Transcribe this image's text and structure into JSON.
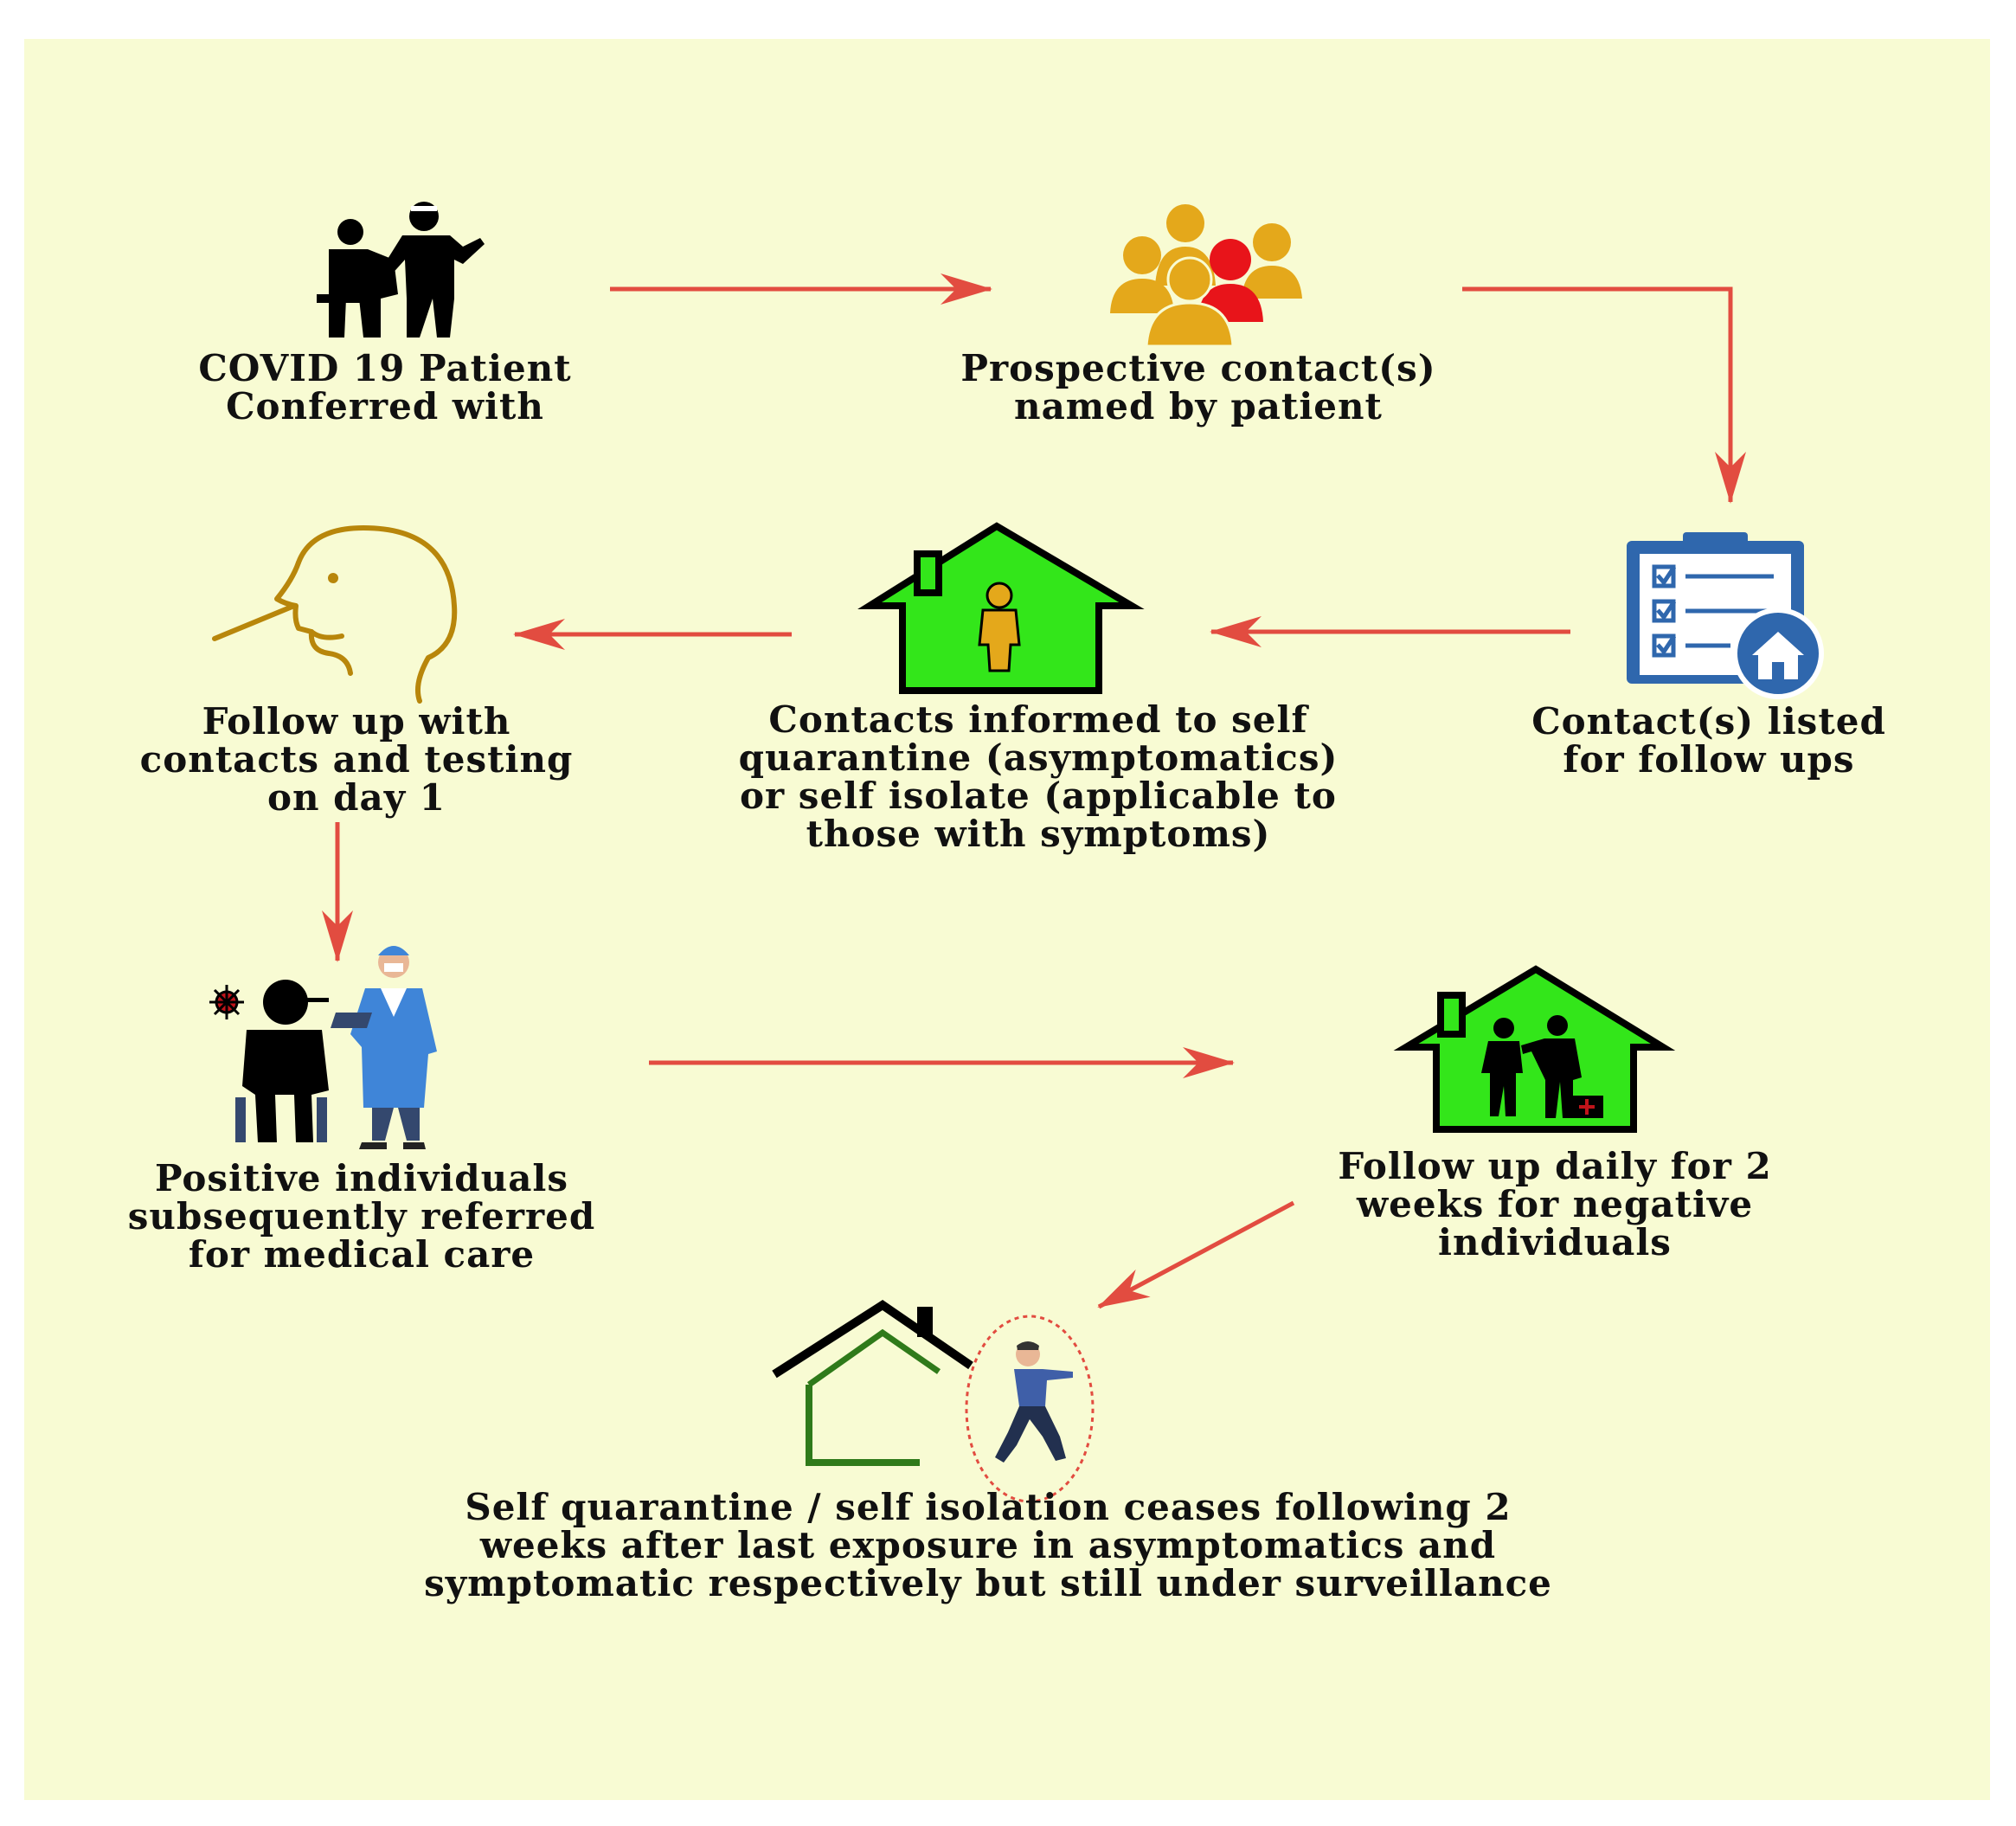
{
  "colors": {
    "background": "#f8fbd3",
    "arrow": "#e24c40",
    "house_green": "#33e61a",
    "people_gold": "#e4a81b",
    "people_red": "#e8141a",
    "clipboard_blue": "#2f67ad",
    "head_outline": "#b8860b",
    "doctor_blue": "#3f85d8"
  },
  "steps": [
    {
      "id": "patient",
      "icon": "patient-doctor-icon",
      "lines": [
        "COVID 19 Patient",
        "Conferred with"
      ]
    },
    {
      "id": "contacts",
      "icon": "people-group-icon",
      "lines": [
        "Prospective contact(s)",
        "named by patient"
      ]
    },
    {
      "id": "listed",
      "icon": "clipboard-home-icon",
      "lines": [
        "Contact(s) listed",
        "for follow ups"
      ]
    },
    {
      "id": "informed",
      "icon": "house-person-icon",
      "lines": [
        "Contacts informed to self",
        "quarantine (asymptomatics)",
        "or self isolate (applicable to",
        "those with symptoms)"
      ]
    },
    {
      "id": "testing",
      "icon": "nasal-swab-head-icon",
      "lines": [
        "Follow up with",
        "contacts and testing",
        "on day 1"
      ]
    },
    {
      "id": "positive",
      "icon": "medical-care-icon",
      "lines": [
        "Positive individuals",
        "subsequently referred",
        "for medical care"
      ]
    },
    {
      "id": "negative",
      "icon": "house-doctor-visit-icon",
      "lines": [
        "Follow up daily for 2",
        "weeks for negative",
        "individuals"
      ]
    },
    {
      "id": "ceases",
      "icon": "house-person-walking-icon",
      "lines": [
        "Self quarantine / self isolation ceases following 2",
        "weeks after last exposure in asymptomatics and",
        "symptomatic respectively but still under surveillance"
      ]
    }
  ]
}
